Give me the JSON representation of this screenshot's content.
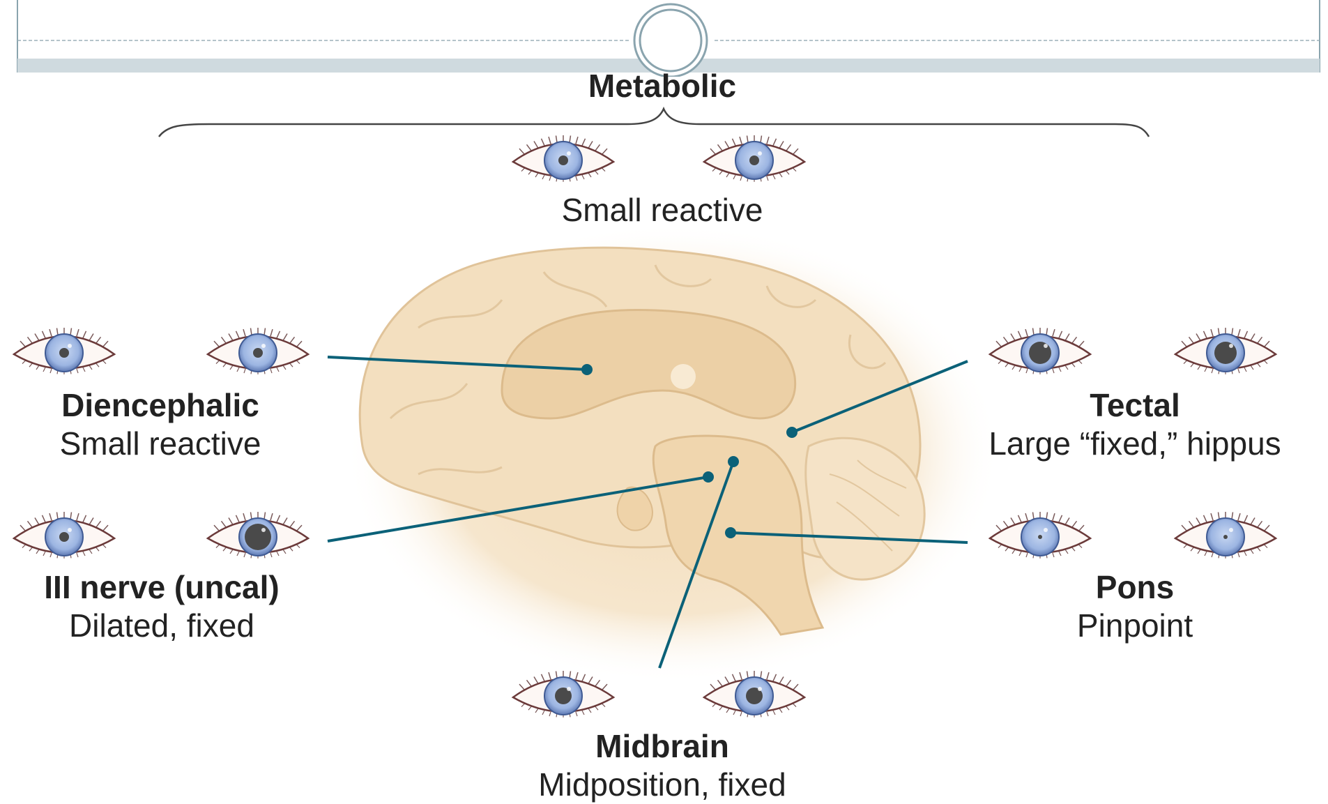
{
  "groups": {
    "metabolic": {
      "title": "Metabolic"
    },
    "metabolic_small": {
      "subtitle": "Small reactive",
      "pupils": [
        "small",
        "small"
      ]
    },
    "diencephalic": {
      "title": "Diencephalic",
      "subtitle": "Small reactive",
      "pupils": [
        "small",
        "small"
      ]
    },
    "tectal": {
      "title": "Tectal",
      "subtitle": "Large “fixed,” hippus",
      "pupils": [
        "large",
        "large"
      ]
    },
    "third_nerve": {
      "title": "III nerve (uncal)",
      "subtitle": "Dilated, fixed",
      "pupils": [
        "small",
        "dilated"
      ]
    },
    "pons": {
      "title": "Pons",
      "subtitle": "Pinpoint",
      "pupils": [
        "pinpoint",
        "pinpoint"
      ]
    },
    "midbrain": {
      "title": "Midbrain",
      "subtitle": "Midposition, fixed",
      "pupils": [
        "mid",
        "mid"
      ]
    }
  },
  "colors": {
    "header_band": "#cfdadf",
    "header_line": "#8aa4ae",
    "leader_line": "#0b6178",
    "iris": "#9cb5e2",
    "pupil": "#4a4a4a",
    "brain": "#f0d9b5"
  }
}
